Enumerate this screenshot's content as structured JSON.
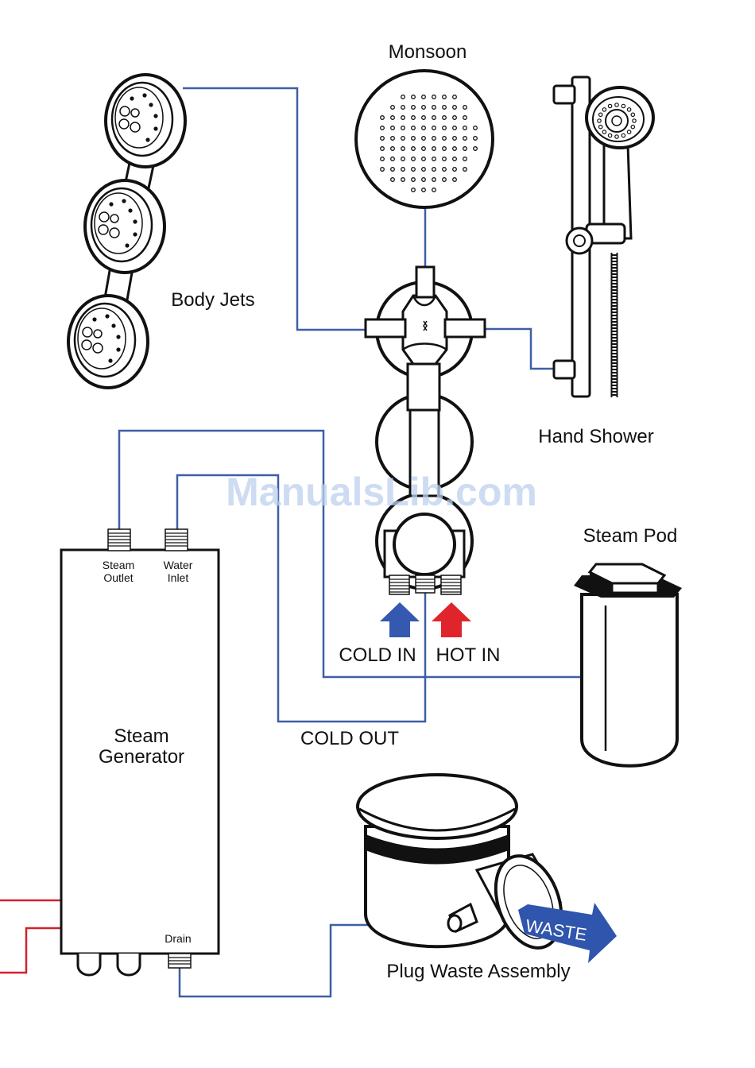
{
  "labels": {
    "monsoon": "Monsoon",
    "body_jets": "Body Jets",
    "hand_shower": "Hand Shower",
    "steam_pod": "Steam Pod",
    "steam_outlet_line1": "Steam",
    "steam_outlet_line2": "Outlet",
    "water_inlet_line1": "Water",
    "water_inlet_line2": "Inlet",
    "cold_in": "COLD IN",
    "hot_in": "HOT IN",
    "cold_out": "COLD OUT",
    "steam_generator_line1": "Steam",
    "steam_generator_line2": "Generator",
    "drain": "Drain",
    "waste": "WASTE",
    "plug_waste_assembly": "Plug Waste Assembly"
  },
  "watermark": "ManualsLib.com",
  "colors": {
    "pipe": "#3d5fa6",
    "electric_wire": "#d4202a",
    "cold_arrow": "#3558b0",
    "hot_arrow": "#e0242c",
    "waste_arrow": "#2f55ad",
    "outline": "#111111"
  }
}
